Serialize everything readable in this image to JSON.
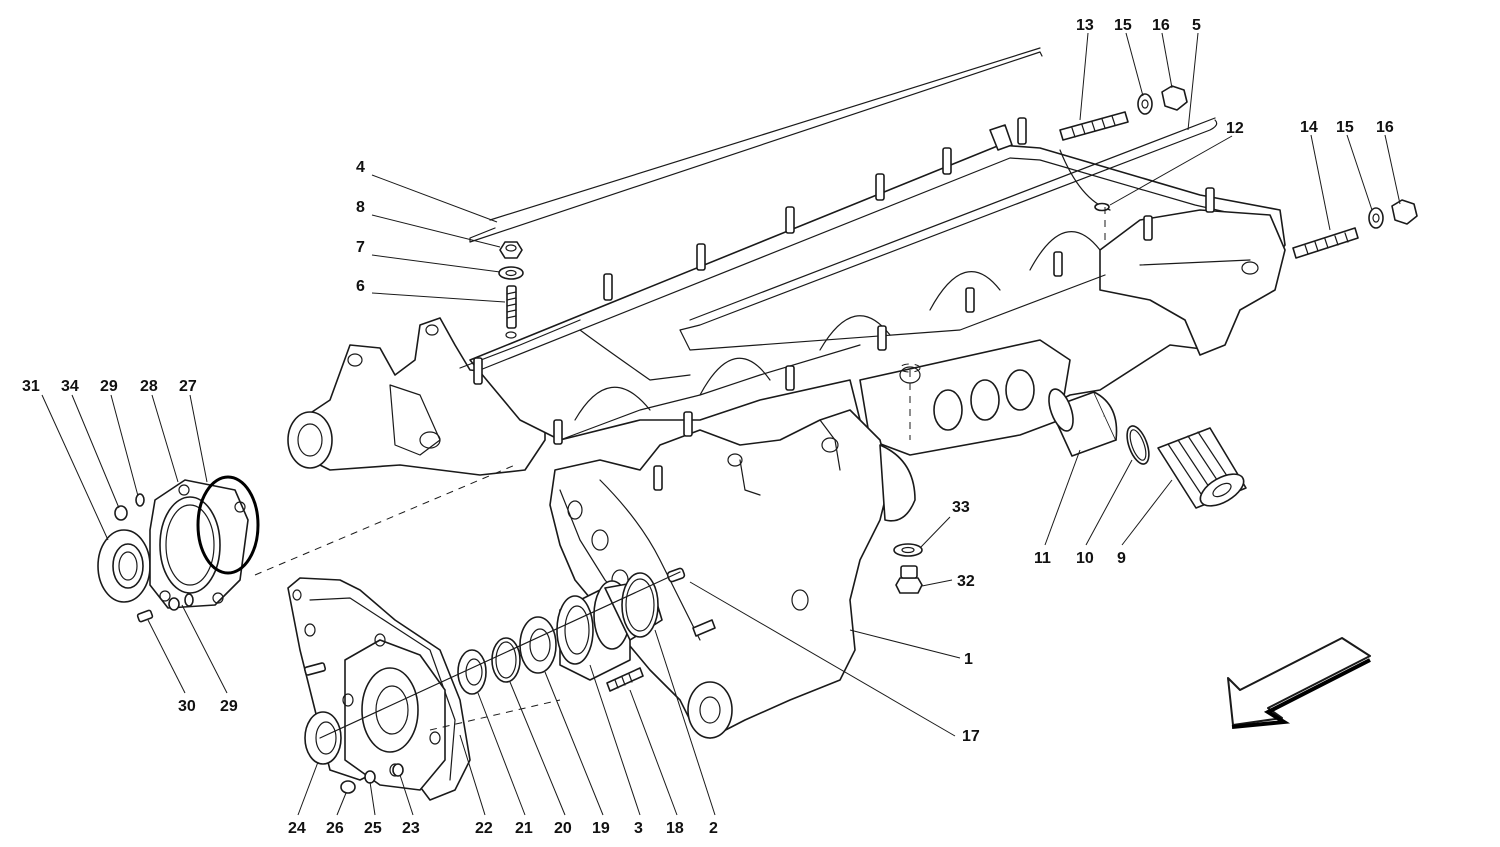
{
  "diagram": {
    "colors": {
      "line": "#1a1a1a",
      "background": "#ffffff"
    },
    "direction_arrow": "front-direction-arrow",
    "callouts": [
      "1",
      "2",
      "3",
      "4",
      "5",
      "6",
      "7",
      "8",
      "9",
      "10",
      "11",
      "12",
      "13",
      "14",
      "15",
      "15",
      "16",
      "16",
      "17",
      "18",
      "19",
      "20",
      "21",
      "22",
      "23",
      "24",
      "25",
      "26",
      "27",
      "28",
      "29",
      "29",
      "30",
      "31",
      "32",
      "33",
      "34"
    ]
  }
}
